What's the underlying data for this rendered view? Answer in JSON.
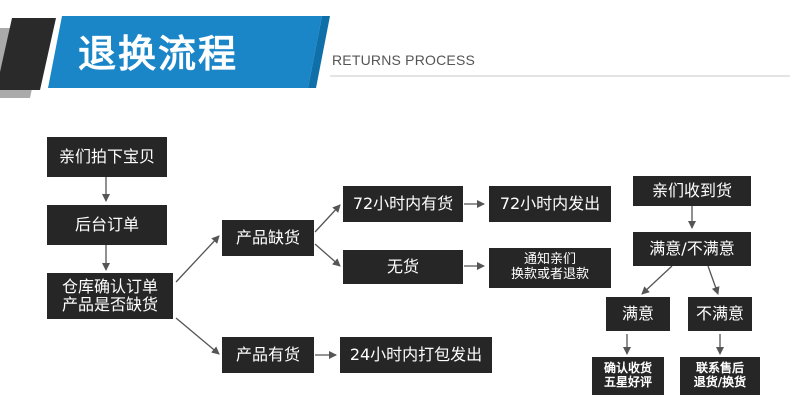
{
  "header": {
    "title": "退换流程",
    "subtitle": "RETURNS PROCESS"
  },
  "nodes": {
    "order_placed": "亲们拍下宝贝",
    "backend_order": "后台订单",
    "warehouse_check": [
      "仓库确认订单",
      "产品是否缺货"
    ],
    "out_of_stock": "产品缺货",
    "in_stock_72h": "72小时内有货",
    "ship_72h": "72小时内发出",
    "no_stock": "无货",
    "notify_refund": [
      "通知亲们",
      "换款或者退款"
    ],
    "in_stock": "产品有货",
    "ship_24h": "24小时内打包发出",
    "received": "亲们收到货",
    "satisfied_or_not": "满意/不满意",
    "satisfied": "满意",
    "not_satisfied": "不满意",
    "confirm_review": [
      "确认收货",
      "五星好评"
    ],
    "contact_service": [
      "联系售后",
      "退货/换货"
    ]
  },
  "colors": {
    "box": "#262626",
    "banner": "#1a86c8",
    "arrow": "#555555"
  }
}
